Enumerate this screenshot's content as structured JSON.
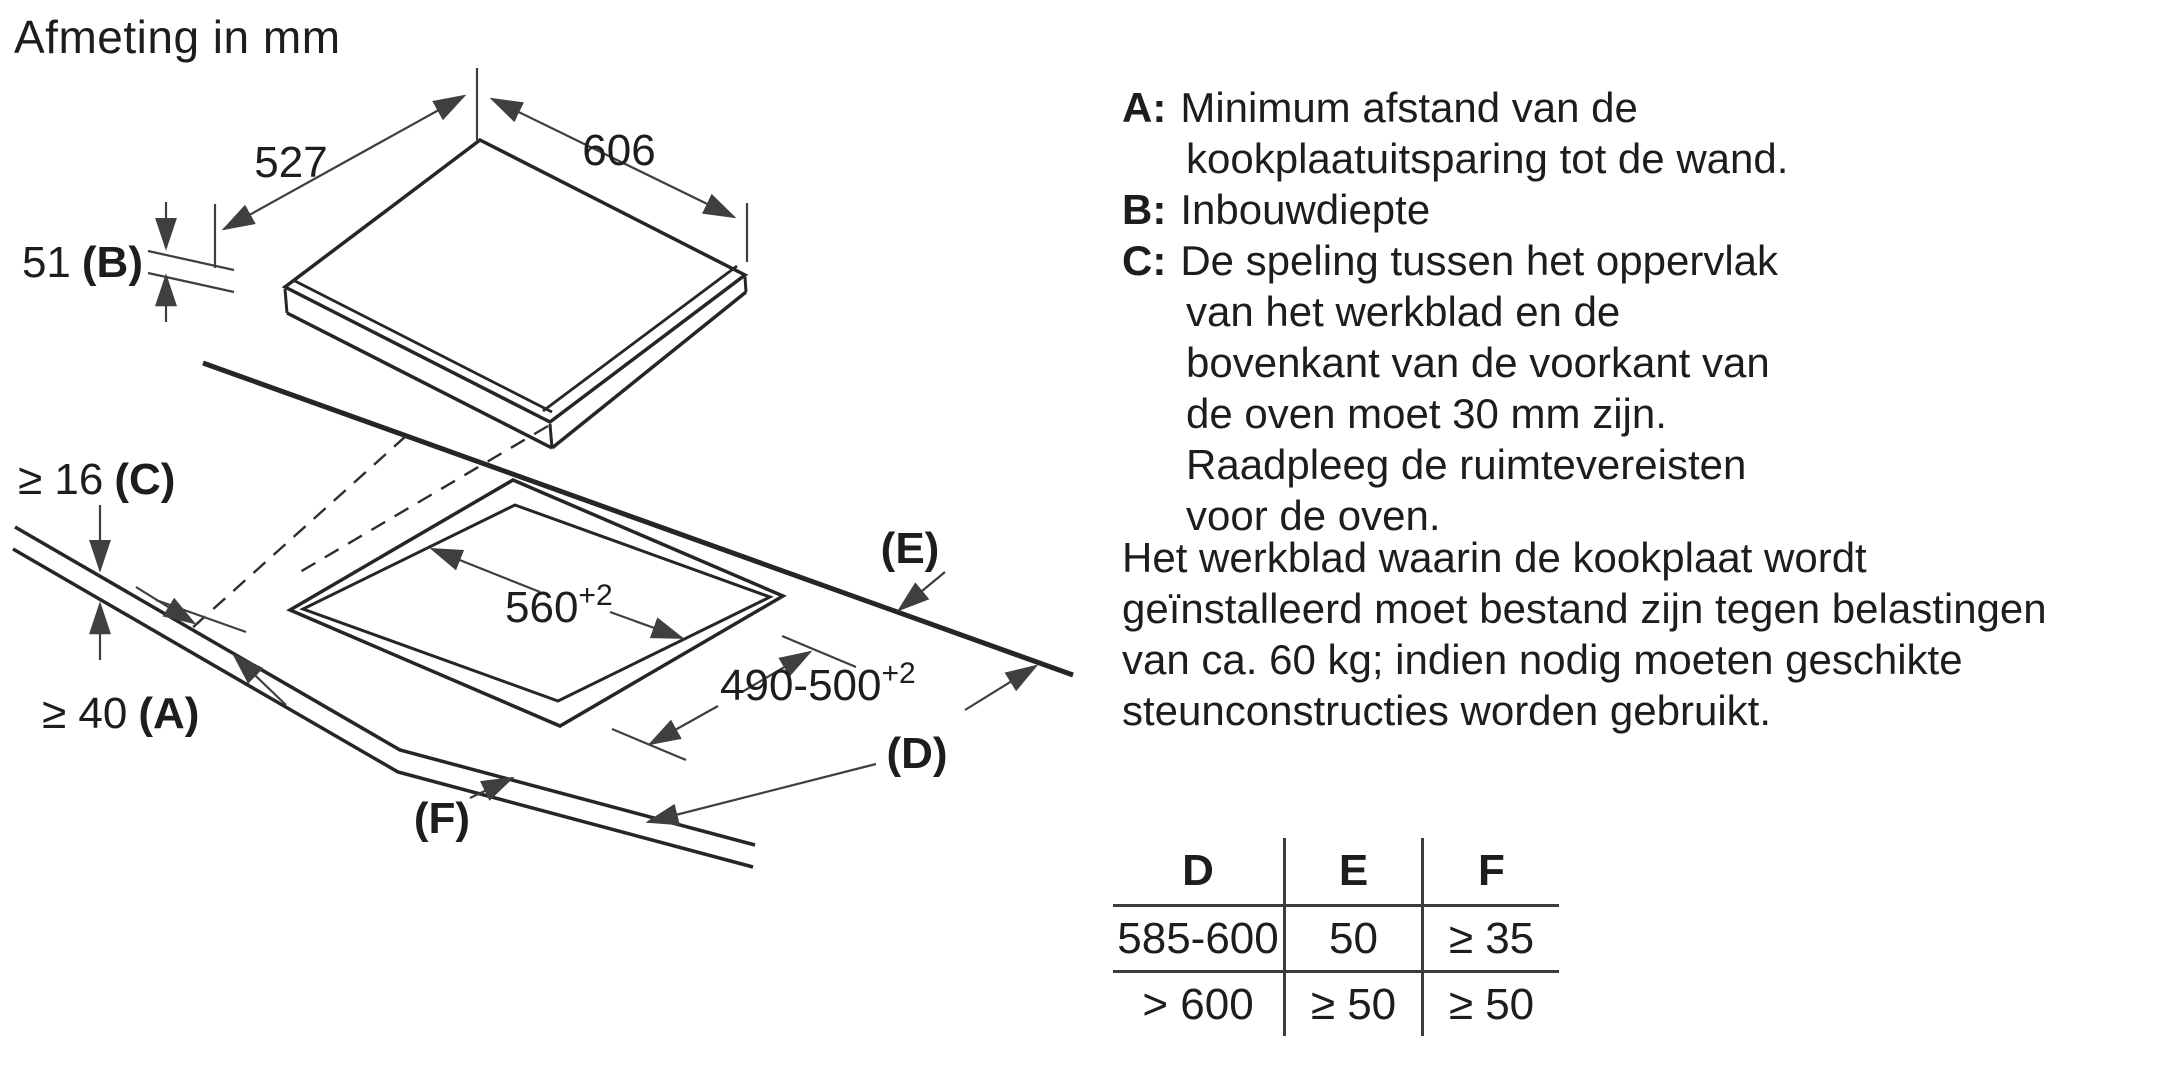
{
  "title": "Afmeting in mm",
  "diagram": {
    "dims": {
      "depth_top": "527",
      "width_top": "606",
      "height": "51",
      "height_label": "(B)",
      "clearance_c": "≥ 16",
      "clearance_c_label": "(C)",
      "clearance_a": "≥ 40",
      "clearance_a_label": "(A)",
      "cutout_width": "560",
      "cutout_width_tol": "+2",
      "cutout_depth": "490-500",
      "cutout_depth_tol": "+2",
      "label_e": "(E)",
      "label_d": "(D)",
      "label_f": "(F)"
    }
  },
  "legend": {
    "items": [
      {
        "label": "A:",
        "text": "Minimum afstand van de kookplaatuitsparing tot de wand."
      },
      {
        "label": "B:",
        "text": "Inbouwdiepte"
      },
      {
        "label": "C:",
        "text": "De speling tussen het oppervlak van het werkblad en de bovenkant van de voorkant van de oven moet 30 mm zijn. Raadpleeg de ruimtevereisten voor de oven."
      }
    ]
  },
  "note": "Het werkblad waarin de kookplaat wordt geïnstalleerd moet bestand zijn tegen belastingen van ca. 60 kg; indien nodig moeten geschikte steunconstructies worden gebruikt.",
  "table": {
    "headers": [
      "D",
      "E",
      "F"
    ],
    "rows": [
      [
        "585-600",
        "50",
        "≥ 35"
      ],
      [
        "> 600",
        "≥ 50",
        "≥ 50"
      ]
    ]
  },
  "colors": {
    "ink": "#1d1d1d",
    "line": "#262626",
    "dim_line": "#3f3f3f",
    "background": "#ffffff"
  }
}
